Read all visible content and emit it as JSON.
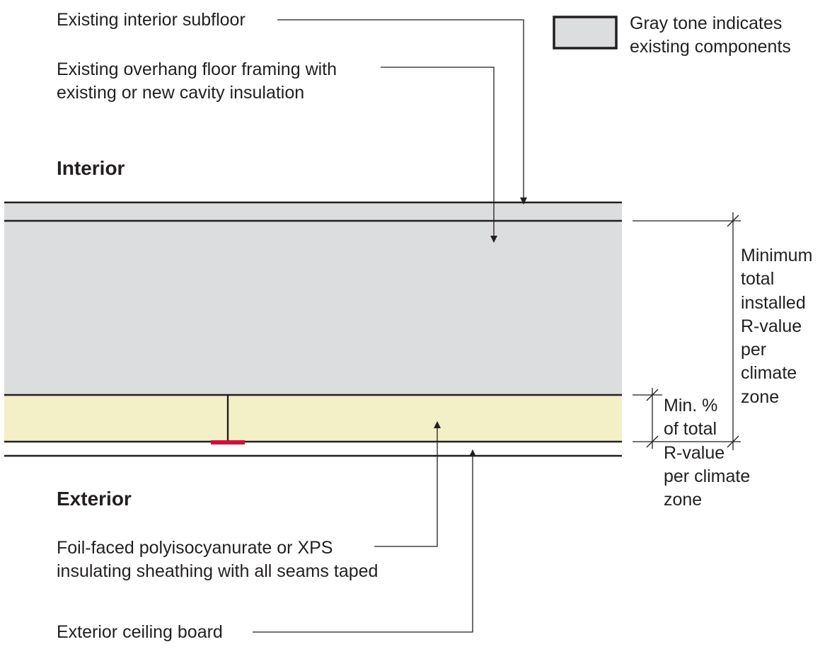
{
  "legend": {
    "text": [
      "Gray tone indicates",
      "existing components"
    ],
    "swatch_color": "#dcdddf"
  },
  "labels": {
    "subfloor": "Existing interior subfloor",
    "framing": [
      "Existing overhang floor framing with",
      "existing or new cavity insulation"
    ],
    "interior": "Interior",
    "exterior": "Exterior",
    "sheathing": [
      "Foil-faced polyisocyanurate or XPS",
      "insulating sheathing with all seams taped"
    ],
    "ceiling_board": "Exterior ceiling board"
  },
  "dimensions": {
    "total": [
      "Minimum",
      "total",
      "installed",
      "R-value",
      "per",
      "climate",
      "zone"
    ],
    "min_percent": [
      "Min. %",
      "of total",
      "R-value",
      "per climate",
      "zone"
    ]
  },
  "colors": {
    "existing_gray": "#dcdddf",
    "foam_insulation": "#f3efc6",
    "tape_red": "#d0103a",
    "line": "#231f20"
  }
}
